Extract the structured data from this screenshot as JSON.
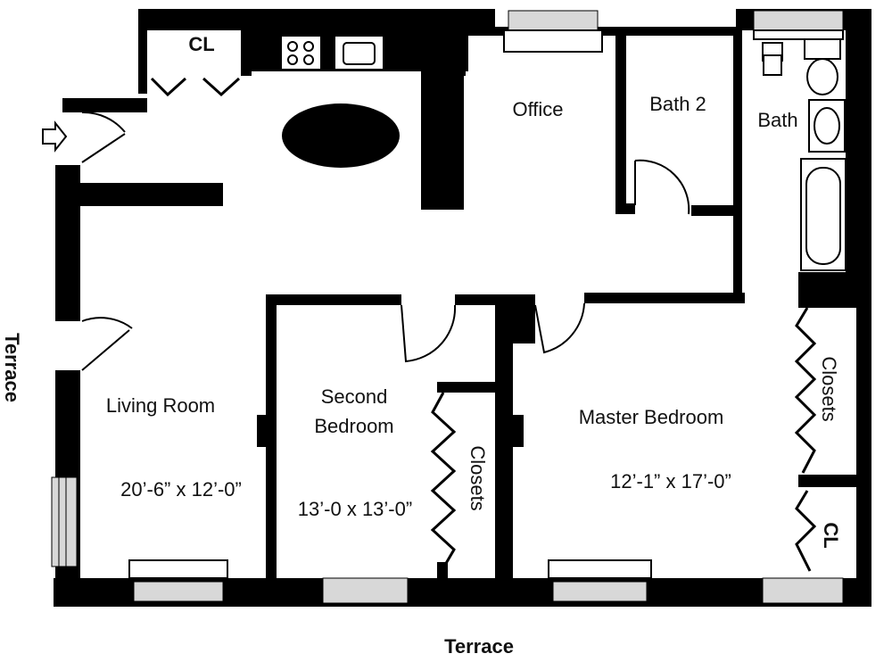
{
  "plan": {
    "rooms": {
      "closet_entry": "CL",
      "office": "Office",
      "bath2": "Bath 2",
      "bath": "Bath",
      "living_room": "Living Room",
      "living_dim": "20’-6” x 12’-0”",
      "second_bedroom_line1": "Second",
      "second_bedroom_line2": "Bedroom",
      "second_dim": "13’-0 x 13’-0”",
      "second_closets": "Closets",
      "master_bedroom": "Master Bedroom",
      "master_dim": "12’-1” x 17’-0”",
      "master_closets": "Closets",
      "master_cl": "CL"
    },
    "outside": {
      "terrace_left": "Terrace",
      "terrace_bottom": "Terrace"
    },
    "colors": {
      "wall": "#000000",
      "floor": "#ffffff",
      "fixture": "#d8d8d8"
    }
  }
}
